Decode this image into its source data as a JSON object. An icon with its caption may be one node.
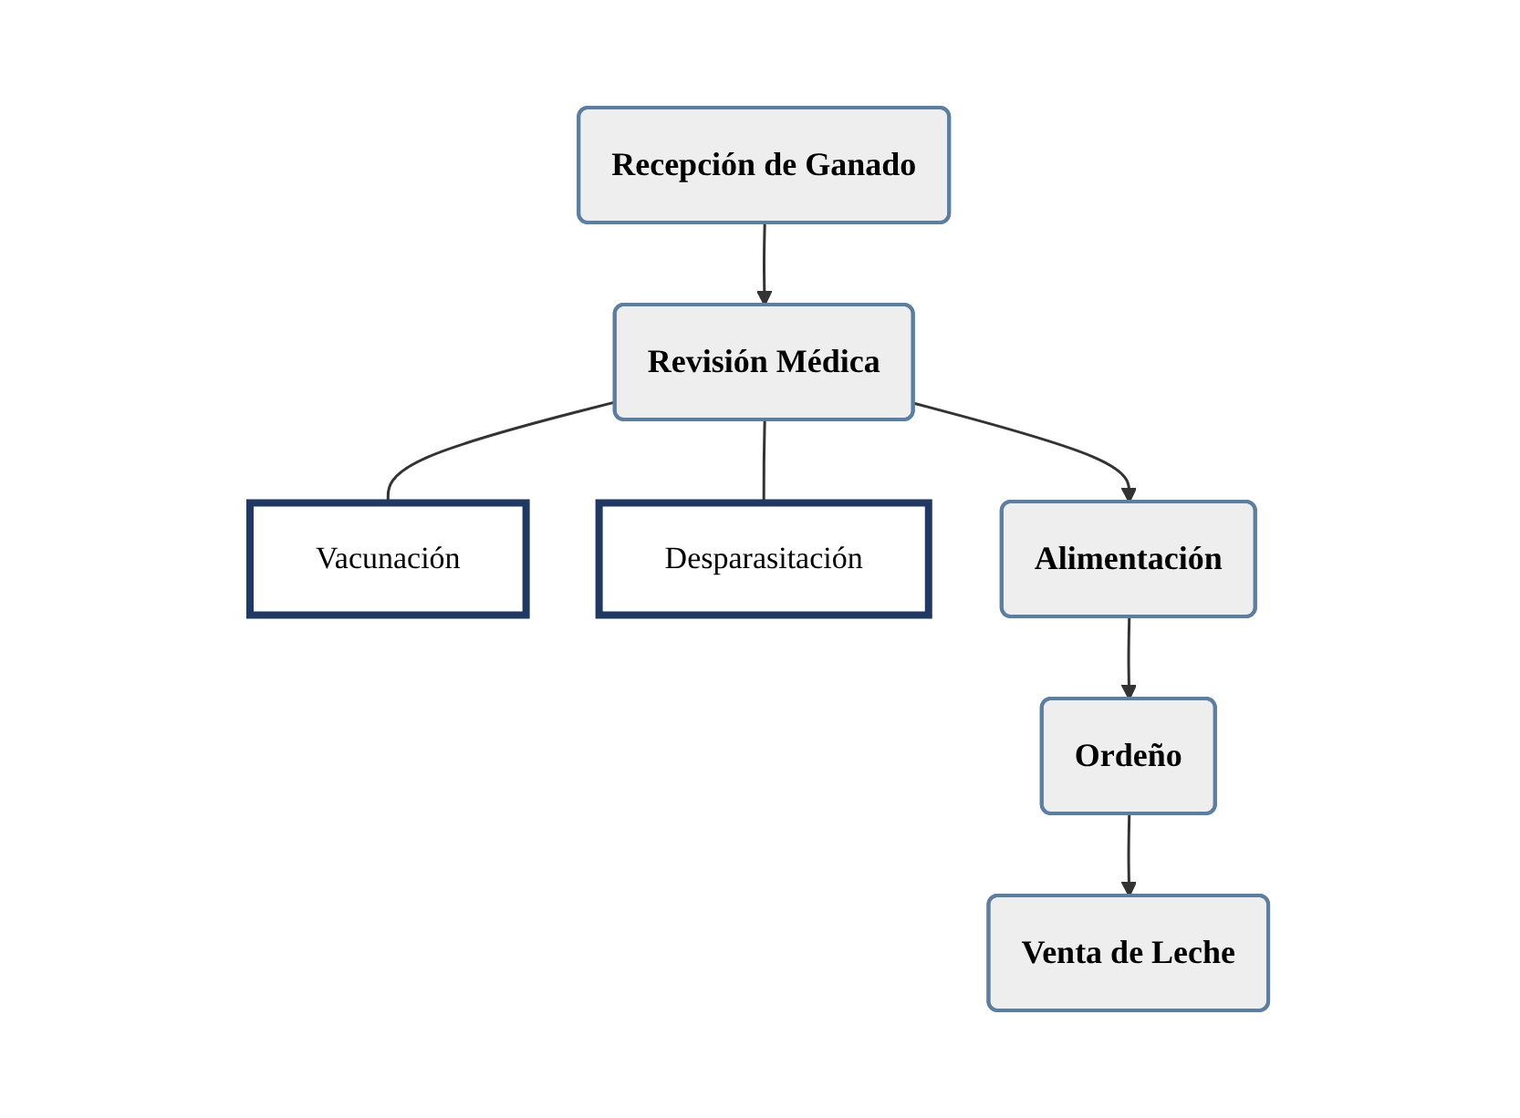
{
  "diagram": {
    "nodes": [
      {
        "text": [
          "Recepción de Ganado"
        ]
      },
      {
        "text": [
          "Revisión Médica"
        ]
      },
      {
        "text": [
          "Vacunación"
        ]
      },
      {
        "text": [
          "Desparasitación"
        ]
      },
      {
        "text": [
          "Alimentación"
        ]
      },
      {
        "text": [
          "Ordeño"
        ]
      },
      {
        "text": [
          "Venta de Leche"
        ]
      }
    ],
    "edges": [
      {
        "from": 0,
        "to": 1,
        "arrow": "to"
      },
      {
        "from": 1,
        "to": 2,
        "arrow": "none"
      },
      {
        "from": 1,
        "to": 3,
        "arrow": "none"
      },
      {
        "from": 1,
        "to": 4,
        "arrow": "to"
      },
      {
        "from": 4,
        "to": 5,
        "arrow": "to"
      },
      {
        "from": 5,
        "to": 6,
        "arrow": "to"
      }
    ]
  }
}
